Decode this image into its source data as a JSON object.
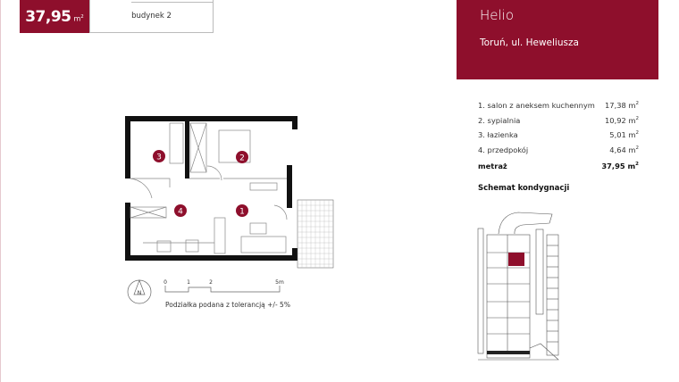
{
  "header": {
    "area_value": "37,95",
    "area_unit": "m",
    "building": "budynek 2"
  },
  "project": {
    "name": "Helio",
    "address": "Toruń, ul. Heweliusza"
  },
  "rooms": [
    {
      "label": "1. salon z aneksem kuchennym",
      "area": "17,38 m"
    },
    {
      "label": "2. sypialnia",
      "area": "10,92 m"
    },
    {
      "label": "3. łazienka",
      "area": "5,01 m"
    },
    {
      "label": "4. przedpokój",
      "area": "4,64 m"
    }
  ],
  "total": {
    "label": "metraż",
    "area": "37,95 m"
  },
  "schema_title": "Schemat kondygnacji",
  "plan": {
    "room_markers": [
      "1",
      "2",
      "3",
      "4"
    ],
    "north": "N",
    "scale_ticks": [
      "0",
      "1",
      "2",
      "5m"
    ],
    "scale_note": "Podziałka podana z tolerancją +/- 5%"
  },
  "colors": {
    "accent": "#8e0f2c"
  }
}
